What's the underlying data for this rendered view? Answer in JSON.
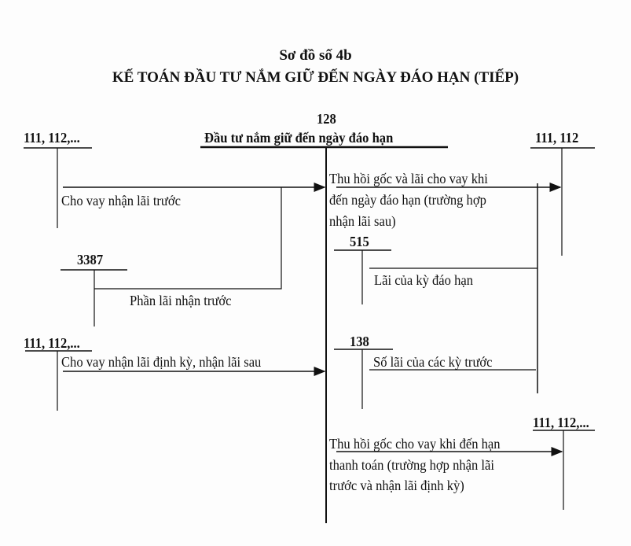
{
  "title": {
    "line1": "Sơ đồ số 4b",
    "line2": "KẾ TOÁN ĐẦU TƯ NẮM GIỮ ĐẾN NGÀY ĐÁO HẠN (TIẾP)"
  },
  "accounts": {
    "main_number": "128",
    "main_name": "Đầu tư nắm giữ đến ngày đáo hạn",
    "left_top": "111, 112,...",
    "acc_3387": "3387",
    "left_bottom": "111, 112,...",
    "right_top": "111, 112",
    "acc_515": "515",
    "acc_138": "138",
    "right_bottom": "111, 112,..."
  },
  "entries": {
    "loan_prepaid_interest": "Cho vay nhận lãi trước",
    "prepaid_interest_portion": "Phần lãi nhận trước",
    "loan_periodic_interest": "Cho vay nhận lãi định kỳ, nhận lãi sau",
    "recover_principal_interest": [
      "Thu hồi gốc và lãi cho vay khi",
      "đến ngày đáo hạn (trường hợp",
      "nhận lãi sau)"
    ],
    "maturity_interest": "Lãi của kỳ đáo hạn",
    "prior_periods_interest": "Số lãi của các kỳ trước",
    "recover_principal": [
      "Thu hồi gốc cho vay khi đến hạn",
      "thanh toán (trường hợp nhận lãi",
      "trước và nhận lãi định kỳ)"
    ]
  }
}
